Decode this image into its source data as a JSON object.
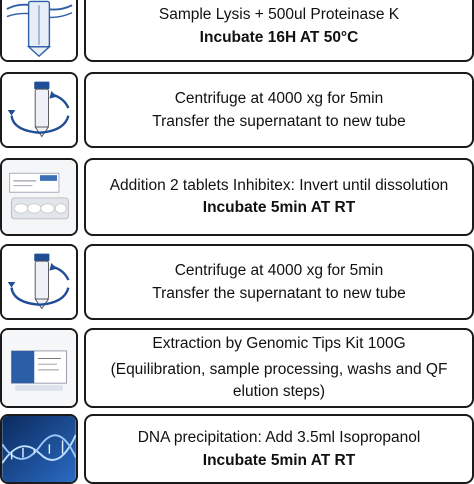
{
  "steps": [
    {
      "icon": "tube-with-liquid-icon",
      "lines": [
        "Sample Lysis + 500ul Proteinase K"
      ],
      "bold": "Incubate 16H AT 50°C"
    },
    {
      "icon": "centrifuge-rotate-icon",
      "lines": [
        "Centrifuge at 4000 xg for 5min",
        "Transfer the supernatant to new tube"
      ],
      "bold": ""
    },
    {
      "icon": "tablets-package-icon",
      "lines": [
        "Addition 2 tablets Inhibitex: Invert until dissolution"
      ],
      "bold": "Incubate 5min AT RT"
    },
    {
      "icon": "centrifuge-rotate-icon",
      "lines": [
        "Centrifuge at 4000 xg for 5min",
        "Transfer the supernatant to new tube"
      ],
      "bold": ""
    },
    {
      "icon": "kit-box-icon",
      "lines": [
        "Extraction by Genomic Tips Kit 100G",
        "(Equilibration, sample processing, washs and QF elution steps)"
      ],
      "bold": ""
    },
    {
      "icon": "dna-helix-icon",
      "lines": [
        "DNA precipitation: Add 3.5ml Isopropanol"
      ],
      "bold": "Incubate 5min AT RT"
    }
  ]
}
